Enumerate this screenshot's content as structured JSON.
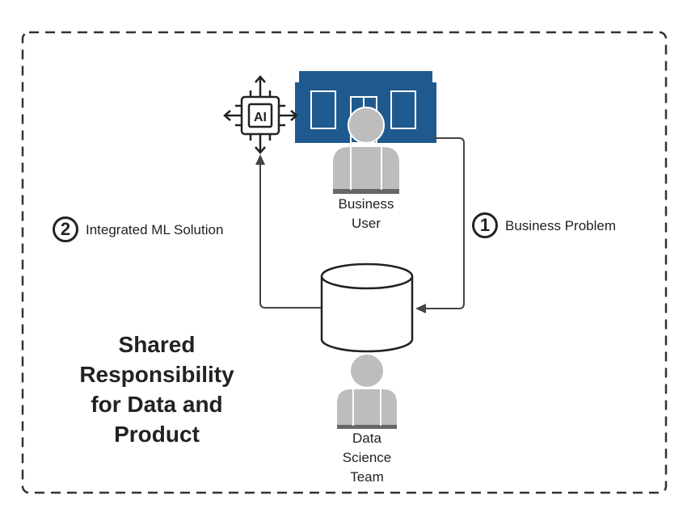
{
  "diagram": {
    "ai_chip_text": "AI",
    "business_user": {
      "line1": "Business",
      "line2": "User"
    },
    "data_science_team": {
      "line1": "Data",
      "line2": "Science",
      "line3": "Team"
    },
    "step1": {
      "number": "1",
      "label": "Business Problem"
    },
    "step2": {
      "number": "2",
      "label": "Integrated ML Solution"
    },
    "main_text": {
      "line1": "Shared",
      "line2": "Responsibility",
      "line3": "for Data and",
      "line4": "Product"
    }
  },
  "colors": {
    "building_blue": "#1f5a8f",
    "person_gray": "#bdbdbd",
    "line_dark": "#333333"
  }
}
